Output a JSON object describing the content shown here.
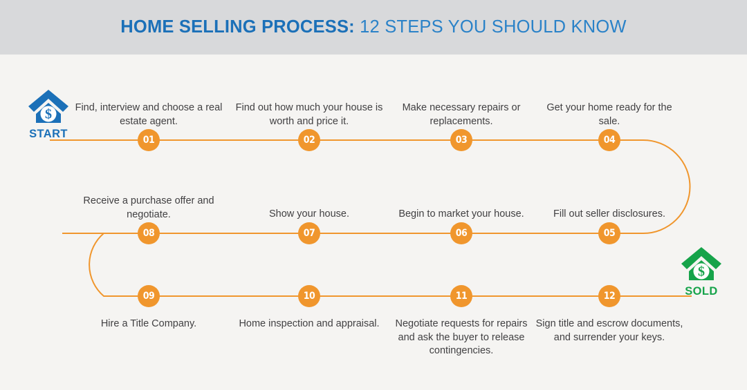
{
  "header": {
    "title_strong": "HOME SELLING PROCESS:",
    "title_light": "12 STEPS YOU SHOULD KNOW",
    "band_color": "#d8d9db"
  },
  "colors": {
    "background": "#f5f4f2",
    "accent_orange": "#f0962d",
    "title_blue": "#1b70b8",
    "title_blue_light": "#2a82c8",
    "sold_green": "#16a34a",
    "text": "#414042"
  },
  "endpoints": {
    "start": {
      "label": "START",
      "icon": "house-dollar-icon",
      "color": "#1b70b8"
    },
    "sold": {
      "label": "SOLD",
      "icon": "house-dollar-icon",
      "color": "#16a34a"
    }
  },
  "steps": [
    {
      "num": "01",
      "text": "Find, interview and choose a real estate agent."
    },
    {
      "num": "02",
      "text": "Find out how much your house is worth and price it."
    },
    {
      "num": "03",
      "text": "Make necessary repairs or replacements."
    },
    {
      "num": "04",
      "text": "Get your home ready for the sale."
    },
    {
      "num": "05",
      "text": "Fill out seller disclosures."
    },
    {
      "num": "06",
      "text": "Begin to market your house."
    },
    {
      "num": "07",
      "text": "Show your house."
    },
    {
      "num": "08",
      "text": "Receive a purchase offer and negotiate."
    },
    {
      "num": "09",
      "text": "Hire a Title Company."
    },
    {
      "num": "10",
      "text": "Home inspection and appraisal."
    },
    {
      "num": "11",
      "text": "Negotiate requests for repairs and ask the buyer to release contingencies."
    },
    {
      "num": "12",
      "text": "Sign title and escrow documents, and surrender your keys."
    }
  ]
}
